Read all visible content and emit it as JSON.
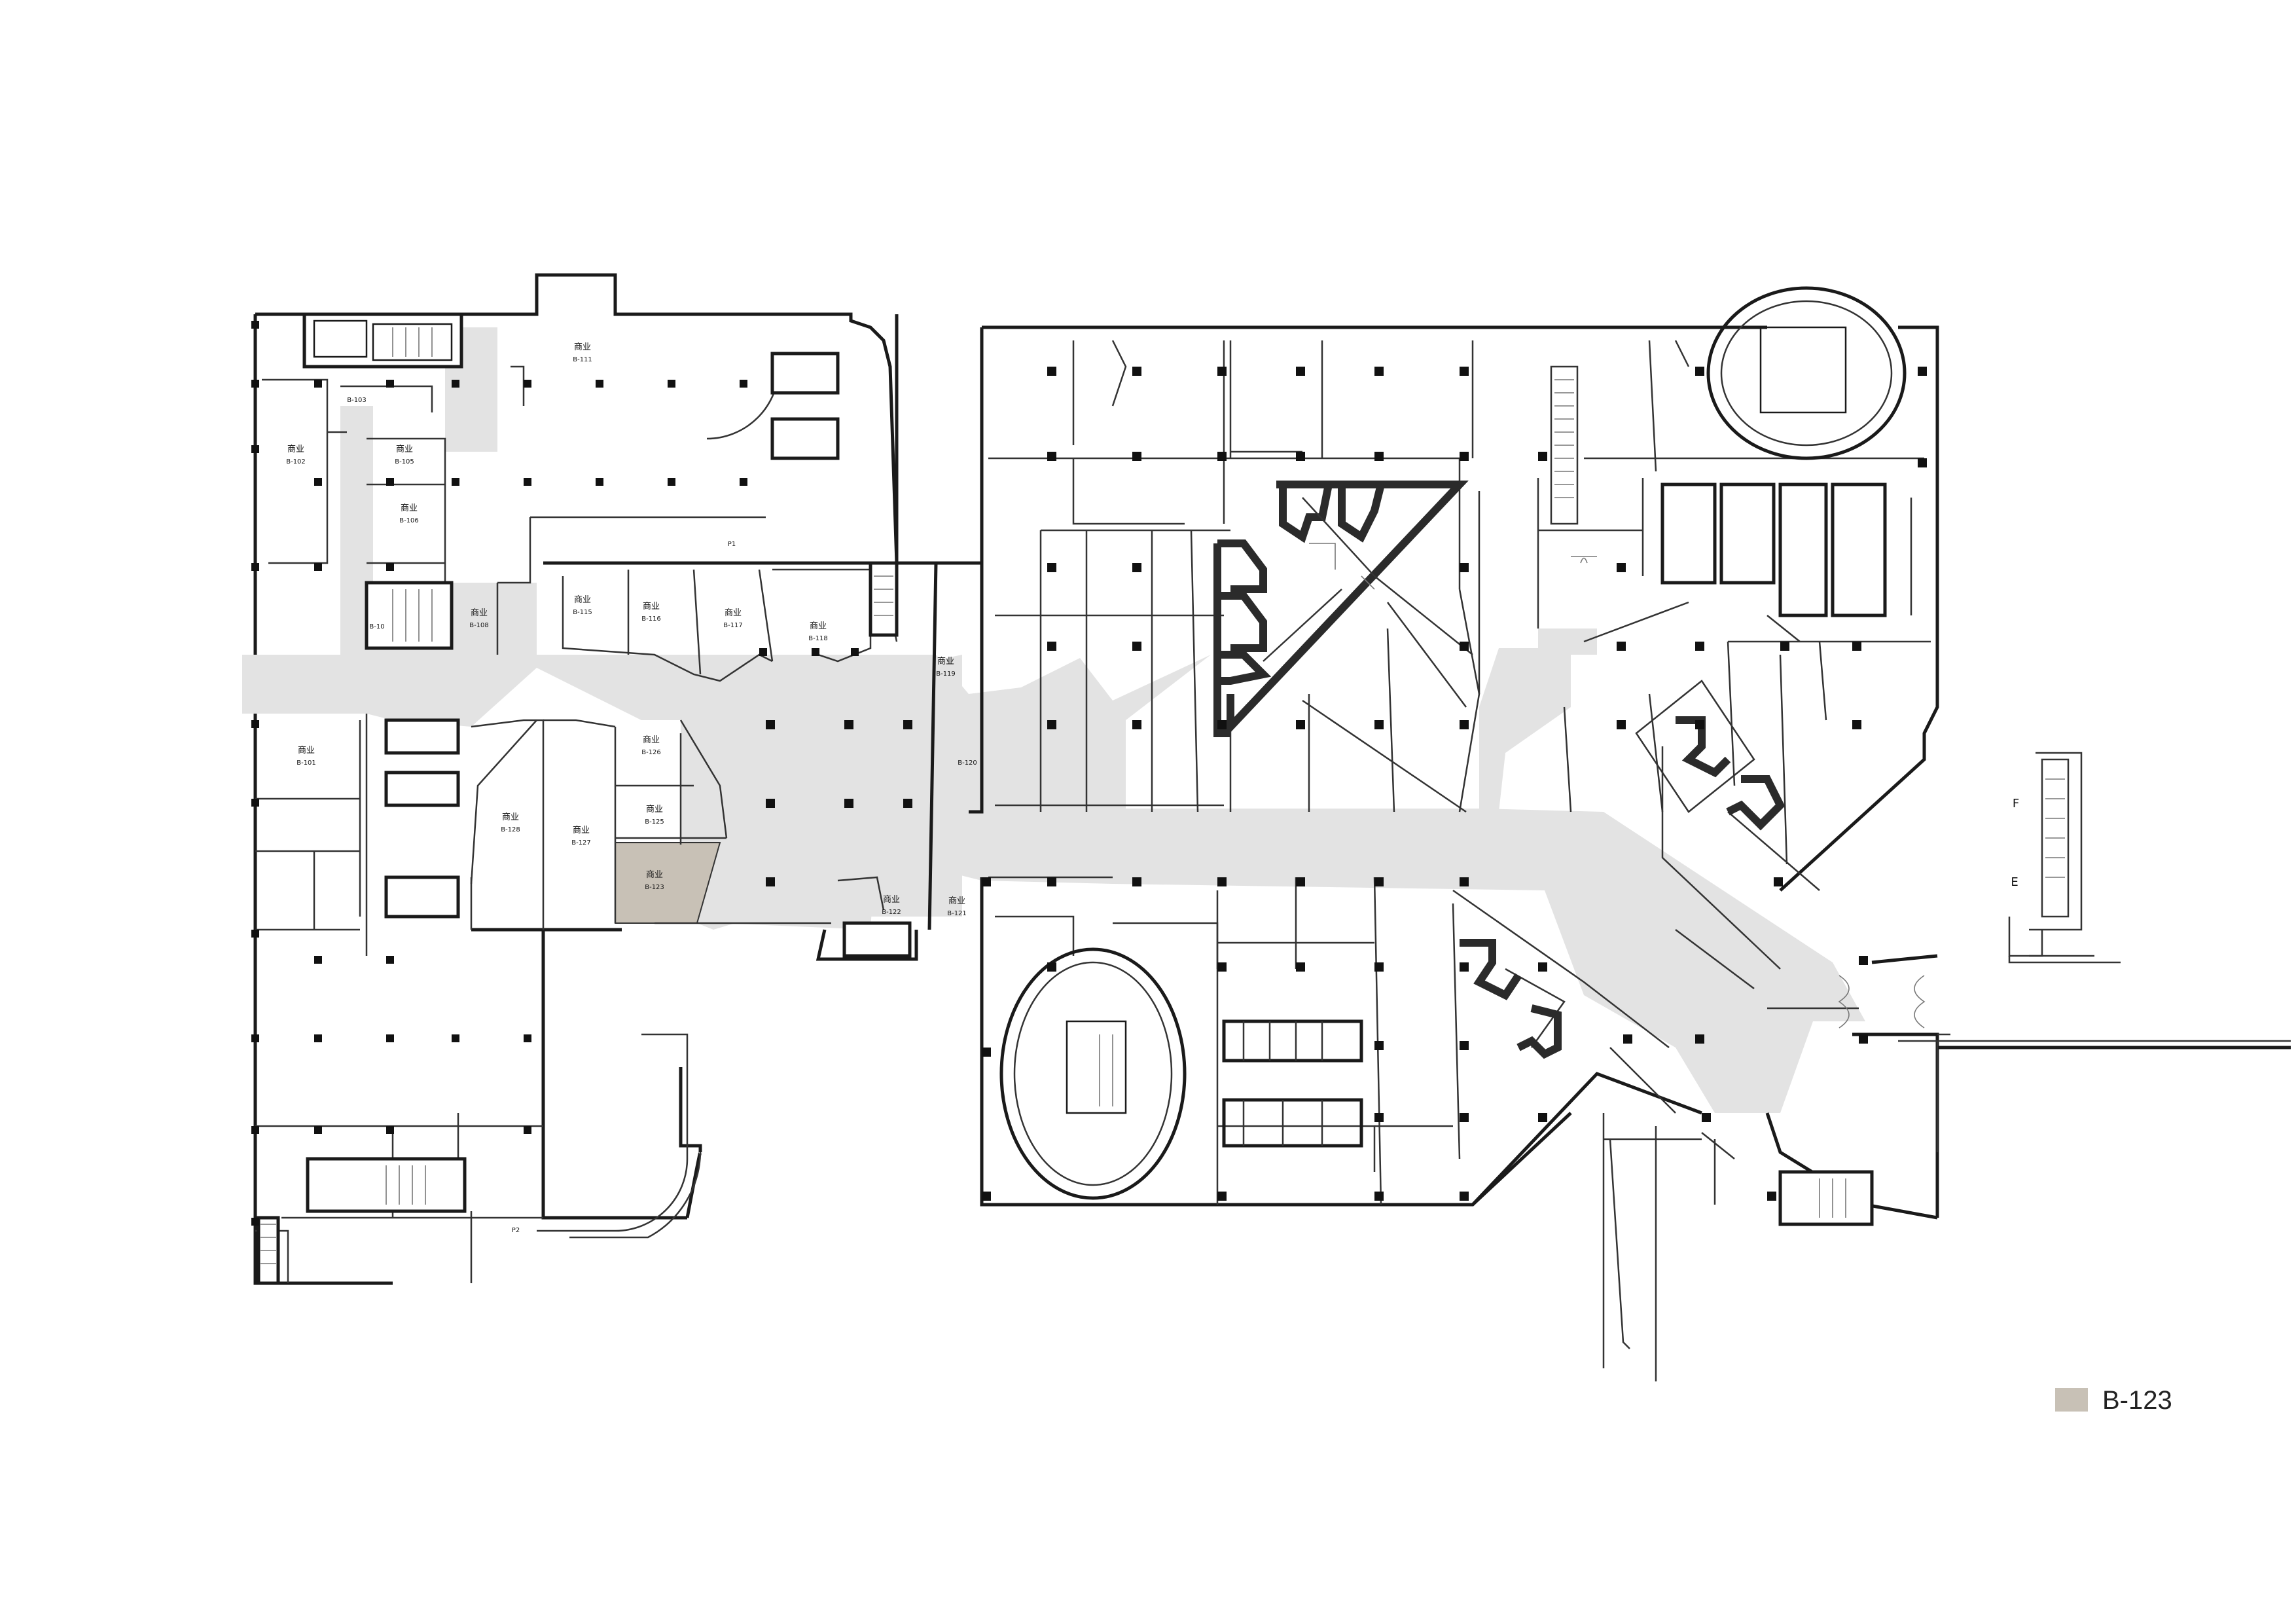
{
  "colors": {
    "highlight": "#c8c1b6",
    "corridor": "#e3e3e3",
    "wall": "#1a1a1a"
  },
  "shops": [
    {
      "name": "商业",
      "code": "B-111"
    },
    {
      "name": "商业",
      "code": "B-102"
    },
    {
      "name": "",
      "code": "B-103"
    },
    {
      "name": "商业",
      "code": "B-105"
    },
    {
      "name": "商业",
      "code": "B-106"
    },
    {
      "name": "",
      "code": "B-10"
    },
    {
      "name": "商业",
      "code": "B-108"
    },
    {
      "name": "商业",
      "code": "B-115"
    },
    {
      "name": "商业",
      "code": "B-116"
    },
    {
      "name": "商业",
      "code": "B-117"
    },
    {
      "name": "商业",
      "code": "B-118"
    },
    {
      "name": "商业",
      "code": "B-119"
    },
    {
      "name": "",
      "code": "B-120"
    },
    {
      "name": "商业",
      "code": "B-101"
    },
    {
      "name": "商业",
      "code": "B-126"
    },
    {
      "name": "商业",
      "code": "B-125"
    },
    {
      "name": "商业",
      "code": "B-128"
    },
    {
      "name": "商业",
      "code": "B-127"
    },
    {
      "name": "商业",
      "code": "B-123"
    },
    {
      "name": "商业",
      "code": "B-122"
    },
    {
      "name": "商业",
      "code": "B-121"
    }
  ],
  "markers": {
    "p1": "P1",
    "p2": "P2",
    "f": "F",
    "e": "E"
  },
  "legend": {
    "label": "B-123"
  }
}
